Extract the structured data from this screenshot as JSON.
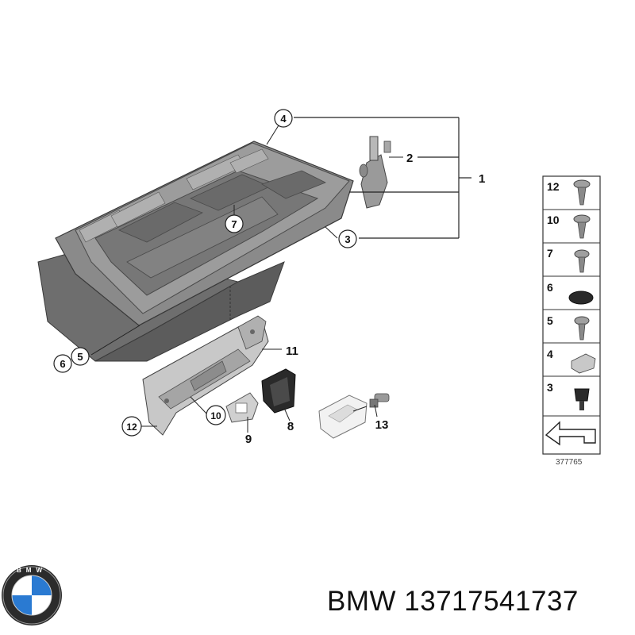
{
  "callouts": {
    "c1": "1",
    "c2": "2",
    "c3": "3",
    "c4": "4",
    "c5": "5",
    "c6": "6",
    "c7": "7",
    "c8": "8",
    "c9": "9",
    "c10": "10",
    "c11": "11",
    "c12": "12",
    "c13": "13"
  },
  "legend": {
    "rows": [
      "12",
      "10",
      "7",
      "6",
      "5",
      "4",
      "3"
    ]
  },
  "diagram_code": "377765",
  "brand": {
    "logo_letters": "BMW",
    "caption": "BMW 13717541737"
  },
  "colors": {
    "part_fill": "#7d7d7d",
    "part_dark": "#5a5a5a",
    "part_light": "#b4b4b4",
    "line": "#222222",
    "logo_blue": "#2a7ad2"
  }
}
